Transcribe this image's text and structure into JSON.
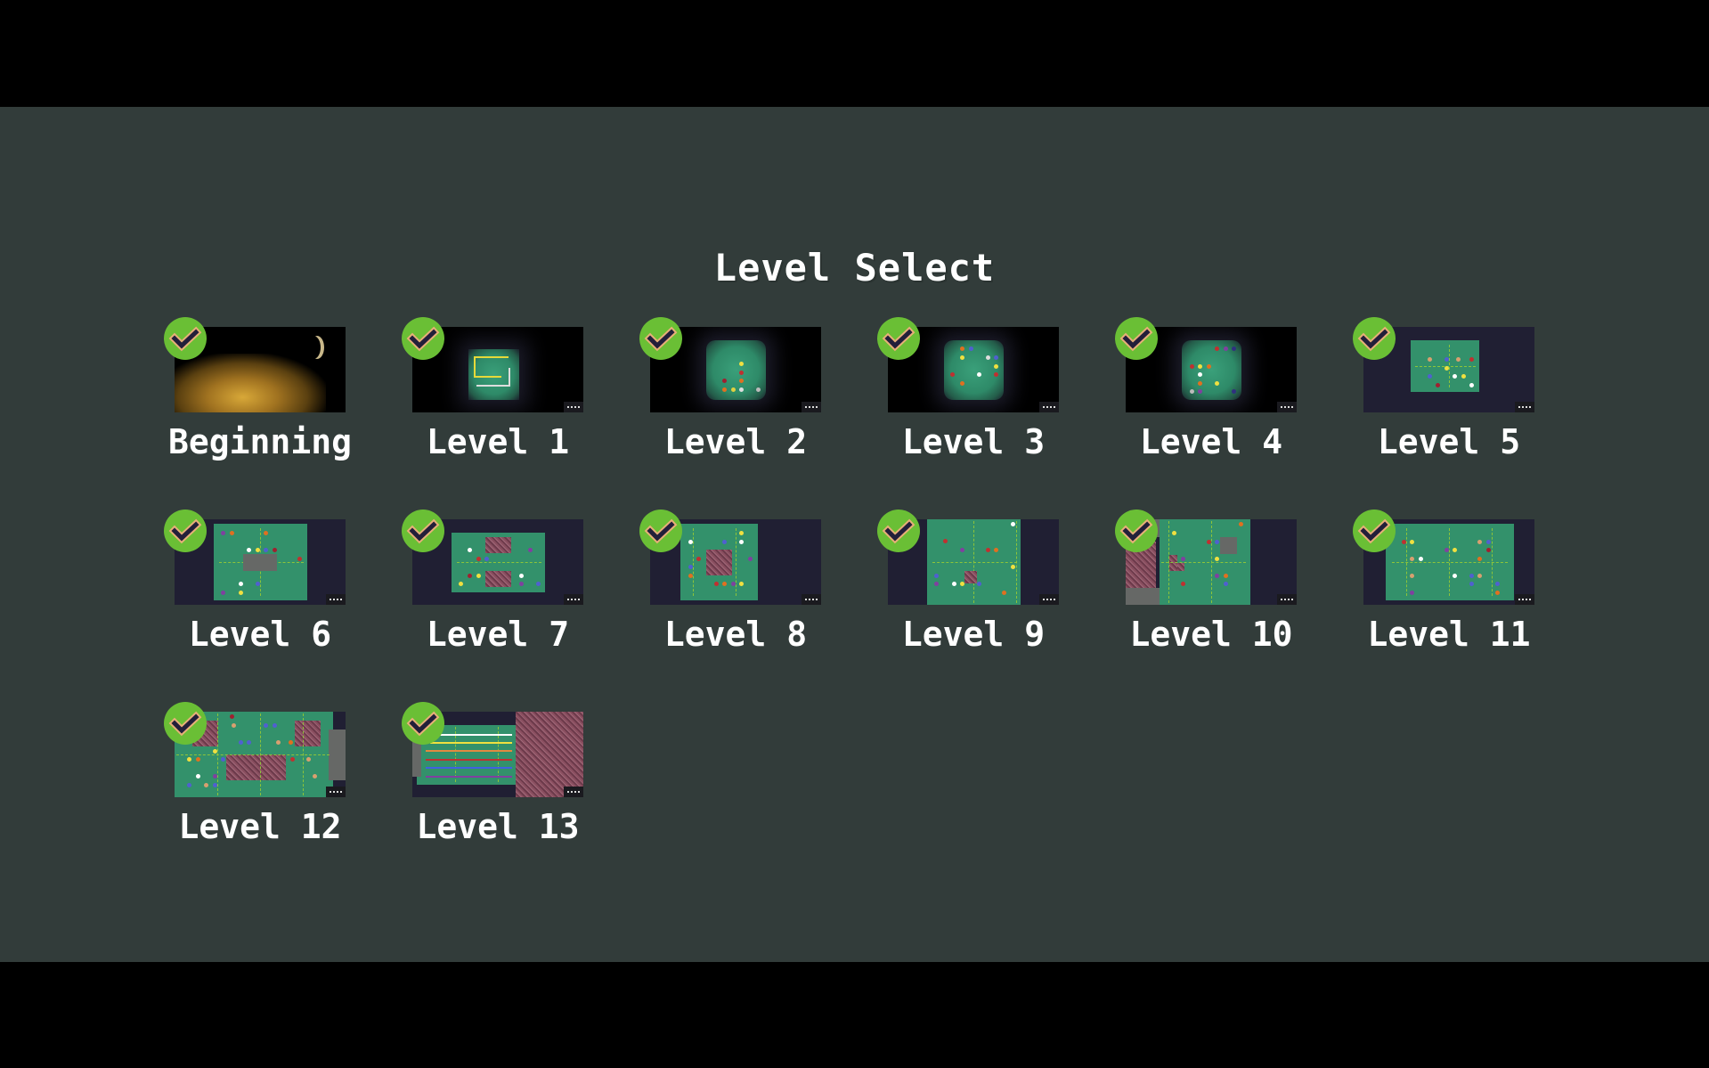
{
  "screen": {
    "title": "Level Select"
  },
  "colors": {
    "background": "#323c3a",
    "letterbox": "#000000",
    "check_badge": "#6abf35",
    "check_mark": "#231f3a",
    "text": "#ffffff"
  },
  "levels": [
    {
      "label": "Beginning",
      "completed": true,
      "thumbnail": "space-nebula"
    },
    {
      "label": "Level 1",
      "completed": true,
      "thumbnail": "glow-board"
    },
    {
      "label": "Level 2",
      "completed": true,
      "thumbnail": "glow-board"
    },
    {
      "label": "Level 3",
      "completed": true,
      "thumbnail": "glow-board"
    },
    {
      "label": "Level 4",
      "completed": true,
      "thumbnail": "glow-board"
    },
    {
      "label": "Level 5",
      "completed": true,
      "thumbnail": "board"
    },
    {
      "label": "Level 6",
      "completed": true,
      "thumbnail": "board"
    },
    {
      "label": "Level 7",
      "completed": true,
      "thumbnail": "board"
    },
    {
      "label": "Level 8",
      "completed": true,
      "thumbnail": "board"
    },
    {
      "label": "Level 9",
      "completed": true,
      "thumbnail": "board"
    },
    {
      "label": "Level 10",
      "completed": true,
      "thumbnail": "board"
    },
    {
      "label": "Level 11",
      "completed": true,
      "thumbnail": "board"
    },
    {
      "label": "Level 12",
      "completed": true,
      "thumbnail": "board"
    },
    {
      "label": "Level 13",
      "completed": true,
      "thumbnail": "board"
    }
  ],
  "icons": {
    "completed": "checkmark-icon"
  }
}
